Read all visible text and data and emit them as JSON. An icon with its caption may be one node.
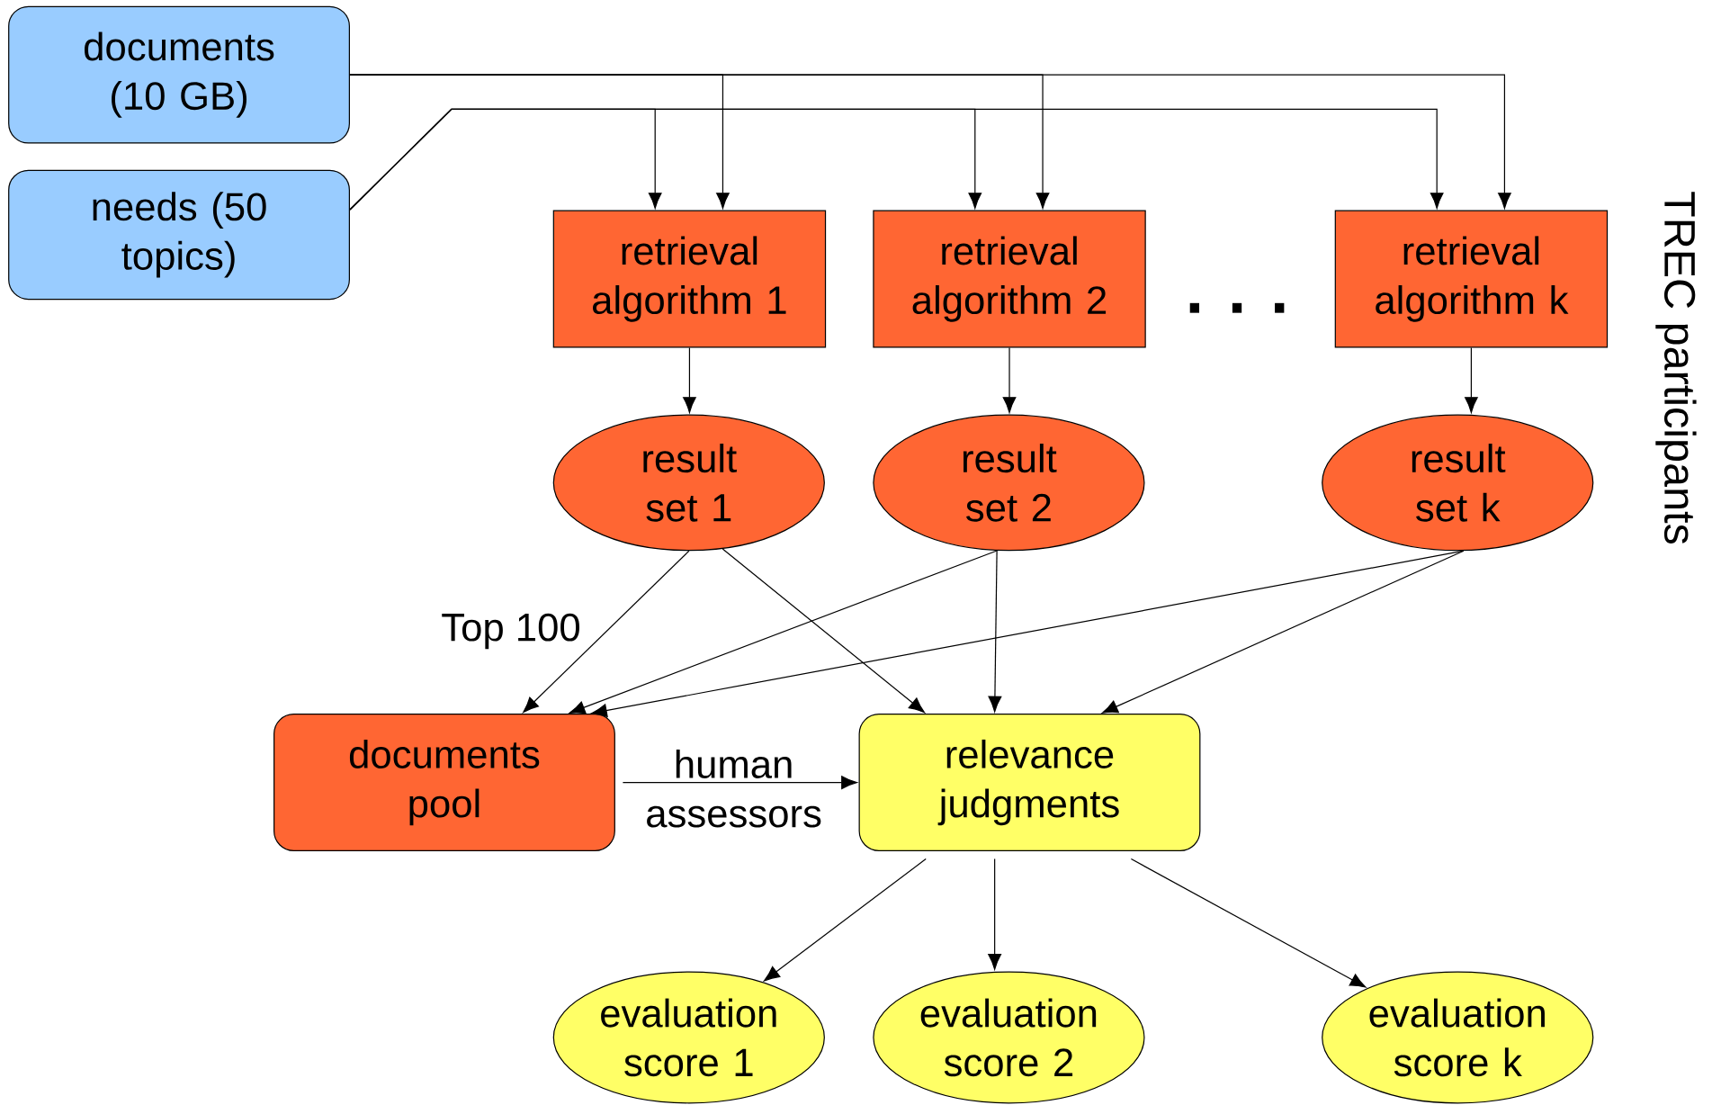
{
  "diagram": {
    "nodes": [
      {
        "text": [
          "documents (10 GB)"
        ]
      },
      {
        "text": [
          "needs (50 topics)"
        ]
      },
      {
        "text": [
          "retrieval algorithm 1"
        ]
      },
      {
        "text": [
          "retrieval algorithm 2"
        ]
      },
      {
        "text": [
          "retrieval algorithm k"
        ]
      },
      {
        "text": [
          "result set 1"
        ]
      },
      {
        "text": [
          "result set 2"
        ]
      },
      {
        "text": [
          "result set k"
        ]
      },
      {
        "text": [
          "documents pool"
        ]
      },
      {
        "text": [
          "relevance judgments"
        ]
      },
      {
        "text": [
          "evaluation score 1"
        ]
      },
      {
        "text": [
          "evaluation score 2"
        ]
      },
      {
        "text": [
          "evaluation score k"
        ]
      }
    ],
    "edges": [
      {
        "from": 0,
        "to": 2,
        "arrow": "to"
      },
      {
        "from": 0,
        "to": 3,
        "arrow": "to"
      },
      {
        "from": 0,
        "to": 4,
        "arrow": "to"
      },
      {
        "from": 1,
        "to": 2,
        "arrow": "to"
      },
      {
        "from": 1,
        "to": 3,
        "arrow": "to"
      },
      {
        "from": 1,
        "to": 4,
        "arrow": "to"
      },
      {
        "from": 2,
        "to": 5,
        "arrow": "to"
      },
      {
        "from": 3,
        "to": 6,
        "arrow": "to"
      },
      {
        "from": 4,
        "to": 7,
        "arrow": "to"
      },
      {
        "from": 5,
        "to": 8,
        "arrow": "to",
        "label": "Top 100"
      },
      {
        "from": 5,
        "to": 9,
        "arrow": "to"
      },
      {
        "from": 6,
        "to": 8,
        "arrow": "to"
      },
      {
        "from": 6,
        "to": 9,
        "arrow": "to"
      },
      {
        "from": 7,
        "to": 8,
        "arrow": "to"
      },
      {
        "from": 7,
        "to": 9,
        "arrow": "to"
      },
      {
        "from": 8,
        "to": 9,
        "arrow": "to",
        "label": "human assessors"
      },
      {
        "from": 9,
        "to": 10,
        "arrow": "to"
      },
      {
        "from": 9,
        "to": 11,
        "arrow": "to"
      },
      {
        "from": 9,
        "to": 12,
        "arrow": "to"
      }
    ],
    "labels": [
      ". . .",
      "TREC participants"
    ]
  }
}
